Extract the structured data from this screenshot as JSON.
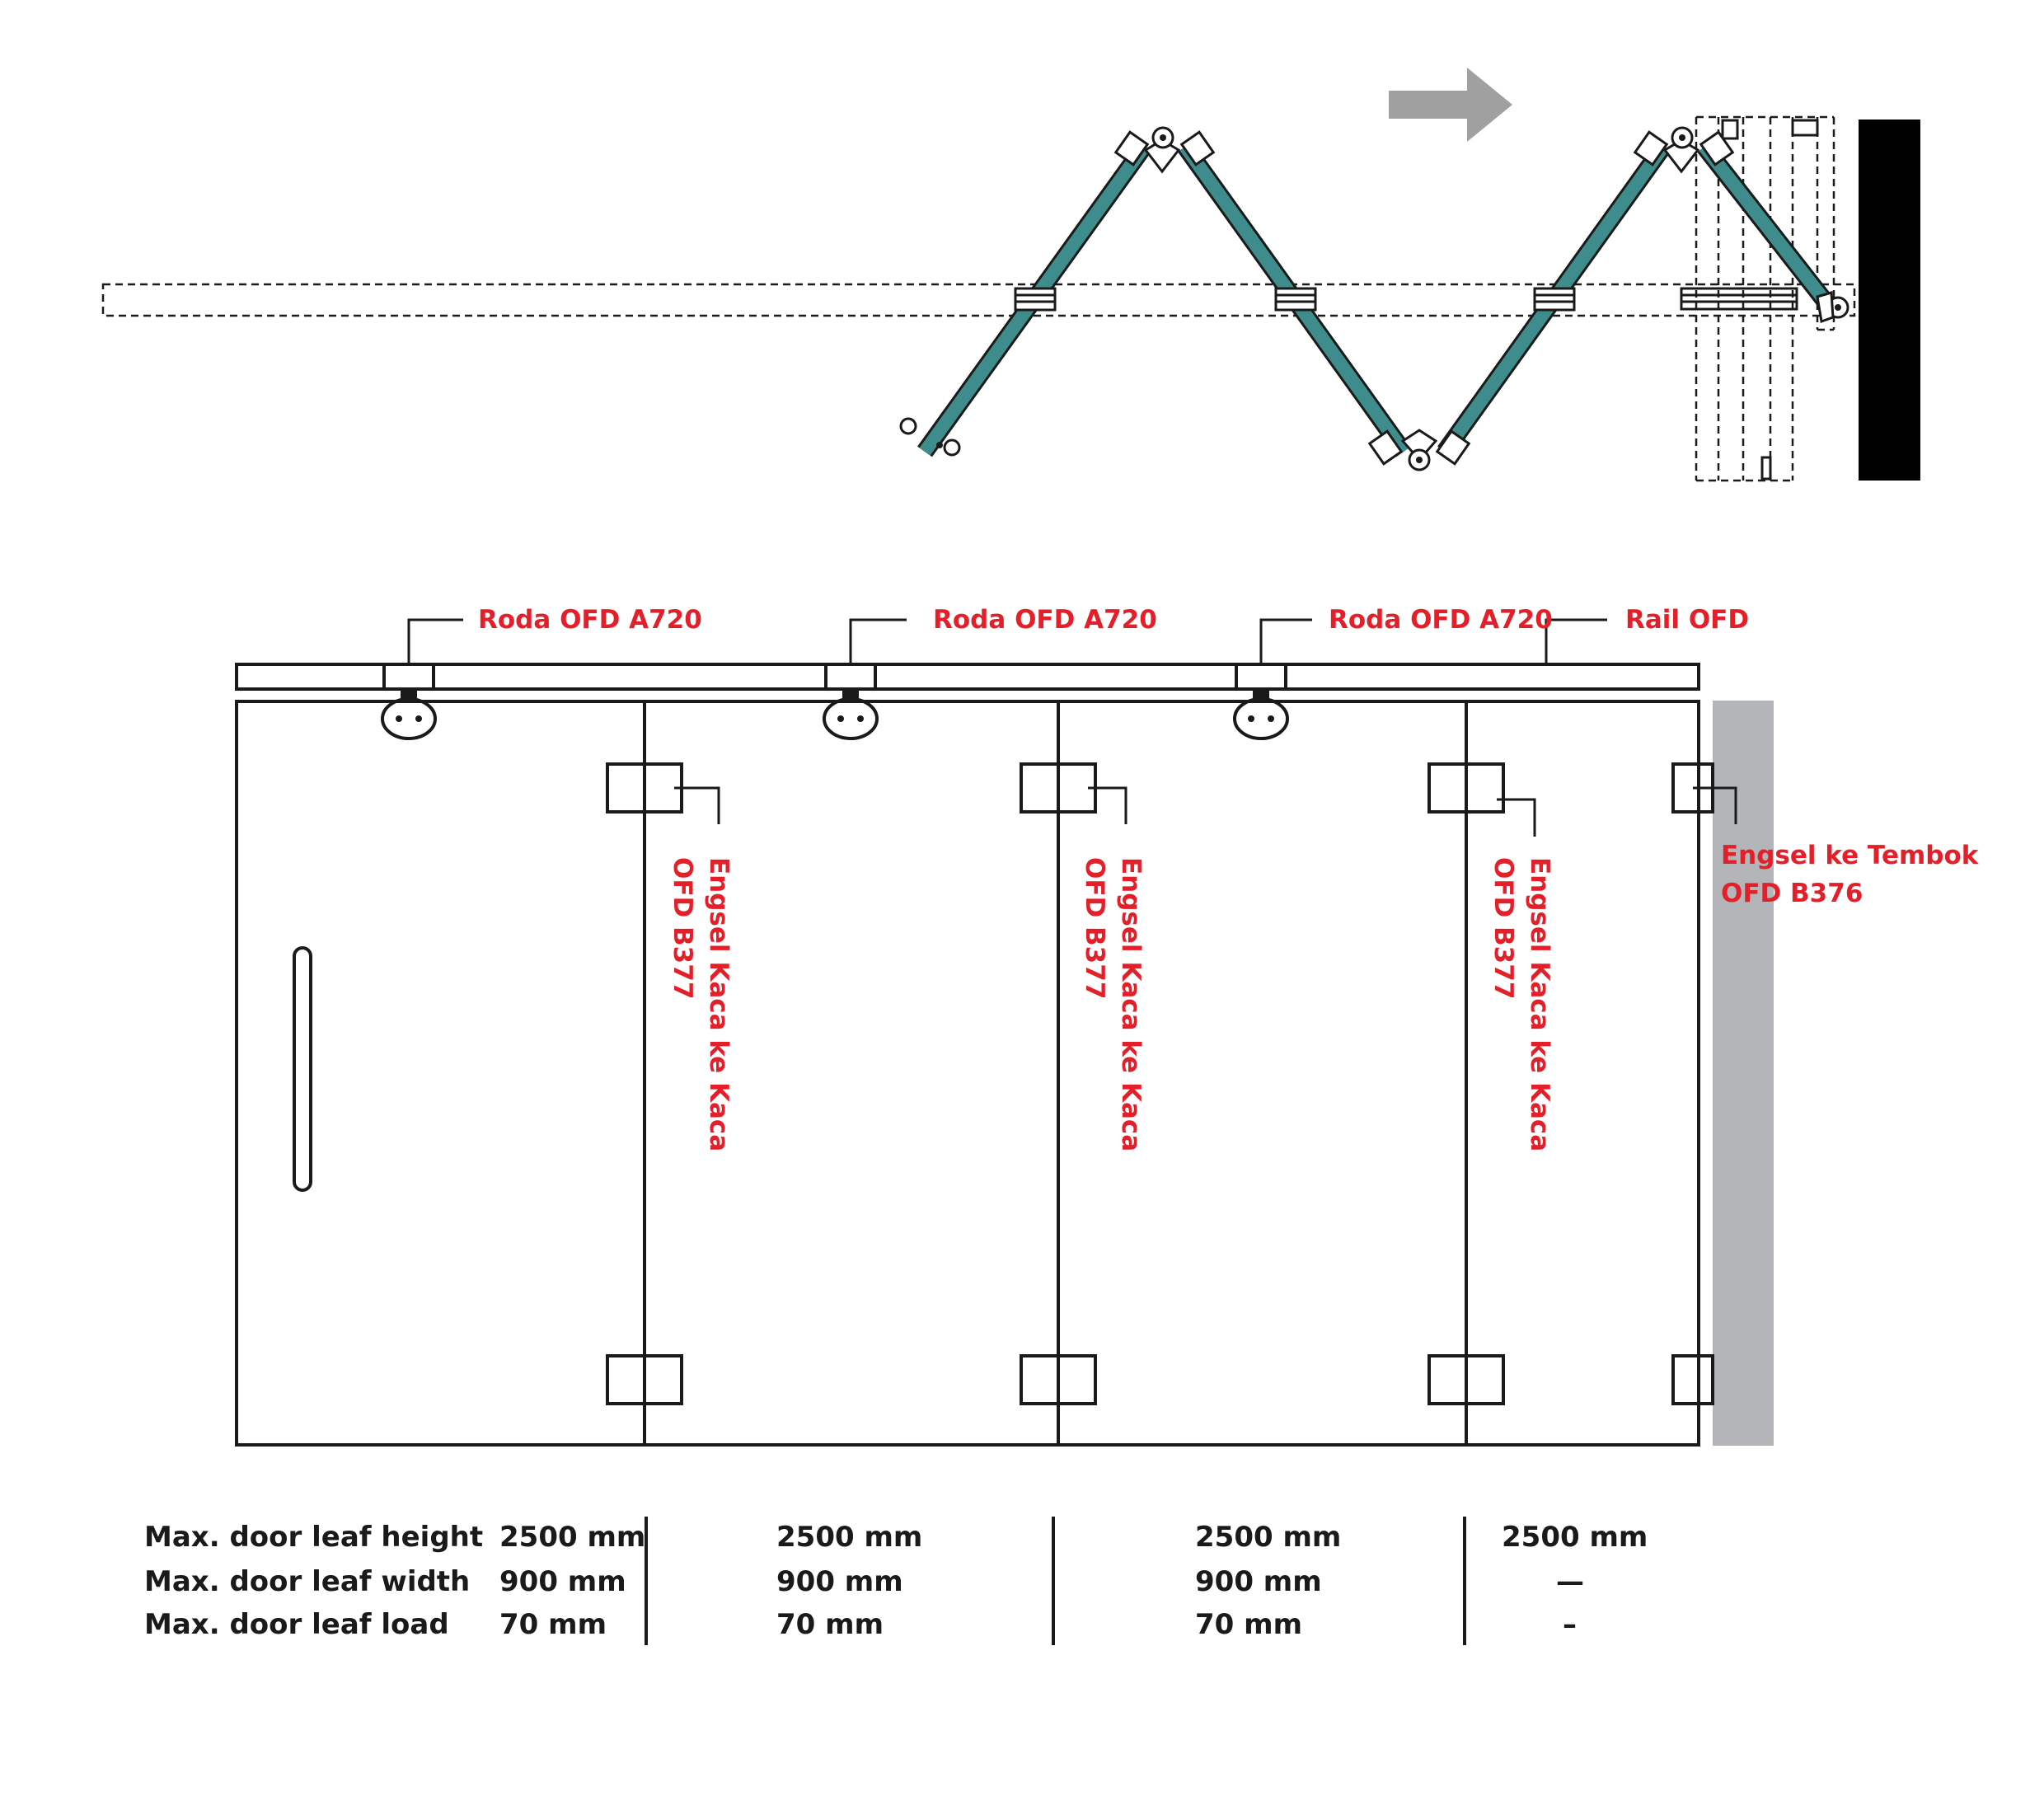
{
  "colors": {
    "label_red": "#e3202a",
    "glass_panel_teal": "#3f8c8c",
    "wall_gray": "#b3b5b8",
    "arrow_gray": "#a0a0a0",
    "line_black": "#1a1a1a"
  },
  "labels": {
    "roller_1": "Roda OFD A720",
    "roller_2": "Roda OFD A720",
    "roller_3": "Roda OFD A720",
    "rail": "Rail OFD",
    "hinge_1_line1": "Engsel Kaca ke Kaca",
    "hinge_1_line2": "OFD B377",
    "hinge_2_line1": "Engsel Kaca ke Kaca",
    "hinge_2_line2": "OFD B377",
    "hinge_3_line1": "Engsel Kaca ke Kaca",
    "hinge_3_line2": "OFD B377",
    "wall_hinge_line1": "Engsel ke Tembok",
    "wall_hinge_line2": "OFD B376"
  },
  "specs": {
    "row_labels": [
      "Max. door leaf height",
      "Max. door leaf width",
      "Max. door leaf load"
    ],
    "columns": [
      {
        "height": "2500 mm",
        "width": "900 mm",
        "load": "70 mm"
      },
      {
        "height": "2500 mm",
        "width": "900 mm",
        "load": "70 mm"
      },
      {
        "height": "2500 mm",
        "width": "900 mm",
        "load": "70 mm"
      },
      {
        "height": "2500 mm",
        "width": "—",
        "load": "–"
      }
    ]
  }
}
